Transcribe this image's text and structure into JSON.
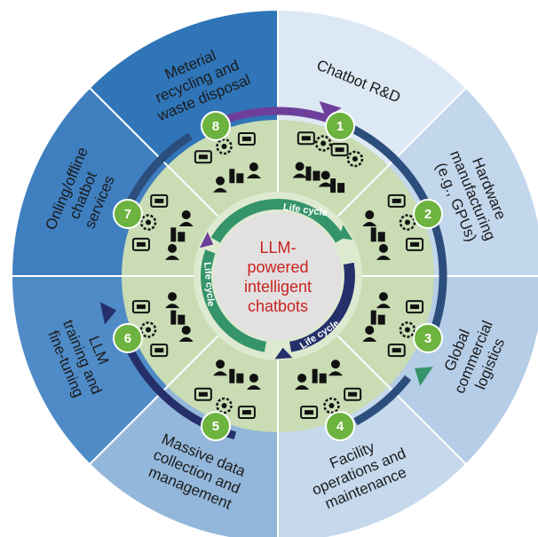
{
  "center": {
    "lines": [
      "LLM-",
      "powered",
      "intelligent",
      "chatbots"
    ]
  },
  "cycle_label": "Life cycle",
  "stages": [
    {
      "number": "1",
      "lines": [
        "Chatbot R&D"
      ],
      "color": "#dce8f4",
      "icons": [
        "brain-gear-icon",
        "scientist-icon",
        "chatbot-icon",
        "gear-icon",
        "lab-icon",
        "computer-icon",
        "team-icon",
        "chip-icon"
      ]
    },
    {
      "number": "2",
      "lines": [
        "Hardware",
        "manufacturing",
        "(e.g., GPUs)"
      ],
      "color": "#c3d7ec",
      "icons": [
        "factory-icon",
        "robot-arm-icon",
        "gear-icon",
        "building-icon",
        "factory-icon",
        "gear-icon"
      ]
    },
    {
      "number": "3",
      "lines": [
        "Global",
        "commercial",
        "logistics"
      ],
      "color": "#b5cde7",
      "icons": [
        "truck-icon",
        "clock-icon",
        "ship-icon",
        "person-icon",
        "train-icon",
        "box-icon"
      ]
    },
    {
      "number": "4",
      "lines": [
        "Facility",
        "operations and",
        "maintenance"
      ],
      "color": "#c5d8ec",
      "icons": [
        "server-icon",
        "building-icon",
        "office-icon",
        "document-icon",
        "tree-icon",
        "grid-icon"
      ]
    },
    {
      "number": "5",
      "lines": [
        "Massive data",
        "collection and",
        "management"
      ],
      "color": "#93b7da",
      "icons": [
        "dna-icon",
        "phone-icon",
        "chart-icon",
        "books-icon",
        "database-icon",
        "tablet-icon"
      ]
    },
    {
      "number": "6",
      "lines": [
        "LLM",
        "training and",
        "fine-tuning"
      ],
      "color": "#4f8bc7",
      "icons": [
        "network-icon",
        "computer-icon",
        "power-tower-icon",
        "cloud-icon",
        "processor-icon",
        "heart-icon"
      ]
    },
    {
      "number": "7",
      "lines": [
        "Onling/offline",
        "chatbot",
        "services"
      ],
      "color": "#3f7fc0",
      "icons": [
        "smile-icon",
        "chat-icon",
        "mail-icon",
        "smile-icon",
        "phone-icon",
        "people-icon"
      ]
    },
    {
      "number": "8",
      "lines": [
        "Meterial",
        "recycling and",
        "waste disposal"
      ],
      "color": "#2f75b8",
      "icons": [
        "computer-icon",
        "trash-icon",
        "monitor-icon",
        "recycle-icon",
        "bag-icon",
        "chart-icon"
      ]
    }
  ],
  "colors": {
    "green_ring": "#c9dcb4",
    "green_inner": "#deead0",
    "badge": "#6db33f",
    "center_fill": "#e2e0e0",
    "center_text": "#c8231f",
    "arrow_green": "#35946a",
    "arrow_purple": "#6d3f9a",
    "arrow_navy": "#25306b"
  }
}
